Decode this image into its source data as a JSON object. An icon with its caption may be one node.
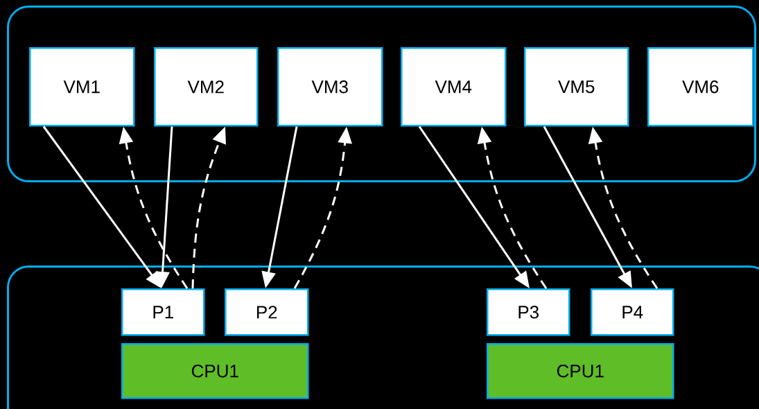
{
  "diagram": {
    "nodes": [
      {
        "text": [],
        "shape": "box"
      },
      {
        "text": [
          "VM1"
        ],
        "in": 0
      },
      {
        "text": [
          "VM2"
        ],
        "in": 0
      },
      {
        "text": [
          "VM3"
        ],
        "in": 0
      },
      {
        "text": [
          "VM4"
        ],
        "in": 0
      },
      {
        "text": [
          "VM5"
        ],
        "in": 0
      },
      {
        "text": [
          "VM6"
        ],
        "in": 0
      },
      {
        "text": [],
        "shape": "box"
      },
      {
        "text": [
          "P1"
        ],
        "in": 7
      },
      {
        "text": [
          "P2"
        ],
        "in": 7
      },
      {
        "text": [
          "CPU1"
        ],
        "in": 7
      },
      {
        "text": [
          "P3"
        ],
        "in": 7
      },
      {
        "text": [
          "P4"
        ],
        "in": 7
      },
      {
        "text": [
          "CPU1"
        ],
        "in": 7
      }
    ],
    "edges": [
      {
        "from": 1,
        "to": 8,
        "arrow": "to"
      },
      {
        "from": 8,
        "to": 1,
        "arrow": "to",
        "style": "dashed"
      },
      {
        "from": 2,
        "to": 8,
        "arrow": "to"
      },
      {
        "from": 8,
        "to": 2,
        "arrow": "to",
        "style": "dashed"
      },
      {
        "from": 3,
        "to": 9,
        "arrow": "to"
      },
      {
        "from": 9,
        "to": 3,
        "arrow": "to",
        "style": "dashed"
      },
      {
        "from": 4,
        "to": 11,
        "arrow": "to"
      },
      {
        "from": 11,
        "to": 4,
        "arrow": "to",
        "style": "dashed"
      },
      {
        "from": 5,
        "to": 12,
        "arrow": "to"
      },
      {
        "from": 12,
        "to": 5,
        "arrow": "to",
        "style": "dashed"
      }
    ]
  }
}
